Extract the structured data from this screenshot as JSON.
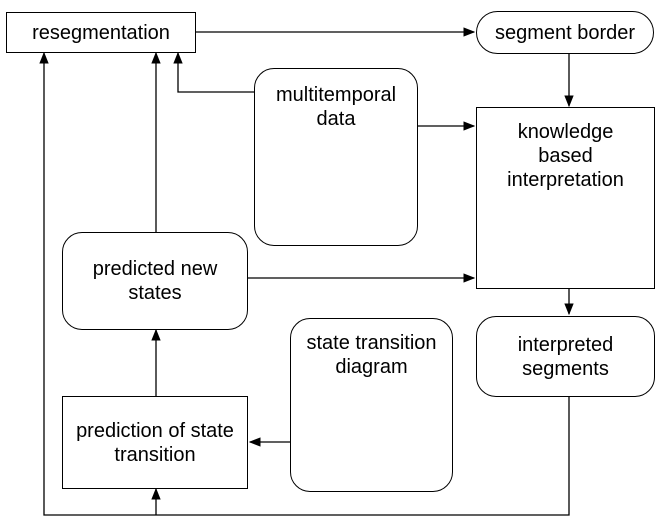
{
  "nodes": {
    "resegmentation": "resegmentation",
    "segment_border": "segment border",
    "multitemporal_data": "multitemporal data",
    "knowledge_based_interpretation": "knowledge based interpretation",
    "predicted_new_states": "predicted new states",
    "interpreted_segments": "interpreted segments",
    "state_transition_diagram": "state transition diagram",
    "prediction_of_state_transition": "prediction of state transition"
  },
  "colors": {
    "line": "#000000",
    "stack_back": "#5a5a5a",
    "stack_front": "#7a7a7a"
  }
}
